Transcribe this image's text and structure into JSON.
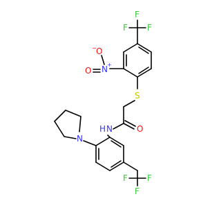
{
  "molecule": {
    "atoms": {
      "f_top_left": "F",
      "f_top_center": "F",
      "f_top_right": "F",
      "n_nitro": "N",
      "n_nitro_charge": "+",
      "o_nitro_minus": "O",
      "o_nitro_charge": "−",
      "o_nitro_double": "O",
      "s_thioether": "S",
      "o_carbonyl": "O",
      "nh_amide": "N",
      "h_amide": "H",
      "n_pyrrolidine": "N",
      "f_bottom_left": "F",
      "f_bottom_center": "F",
      "f_bottom_right": "F"
    },
    "colors": {
      "fluorine": "#33cc33",
      "nitrogen": "#3333ff",
      "oxygen": "#ff0d0d",
      "sulfur": "#c8c800",
      "bond": "#000000"
    }
  }
}
